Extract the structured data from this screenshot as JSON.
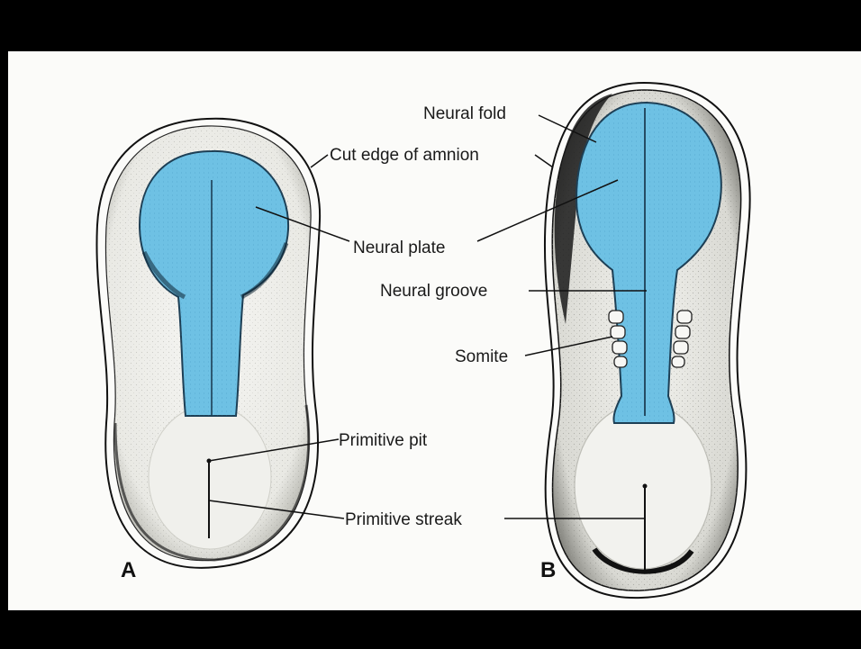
{
  "panels": {
    "a": "A",
    "b": "B"
  },
  "labels": {
    "neural_fold": "Neural fold",
    "cut_edge_of_amnion": "Cut edge of amnion",
    "neural_plate": "Neural plate",
    "neural_groove": "Neural groove",
    "somite": "Somite",
    "primitive_pit": "Primitive pit",
    "primitive_streak": "Primitive streak"
  },
  "colors": {
    "frame": "#000000",
    "background": "#fbfbf9",
    "neural_tissue": "#6ec1e4",
    "outline": "#111111",
    "stipple": "#d9d9d3"
  }
}
